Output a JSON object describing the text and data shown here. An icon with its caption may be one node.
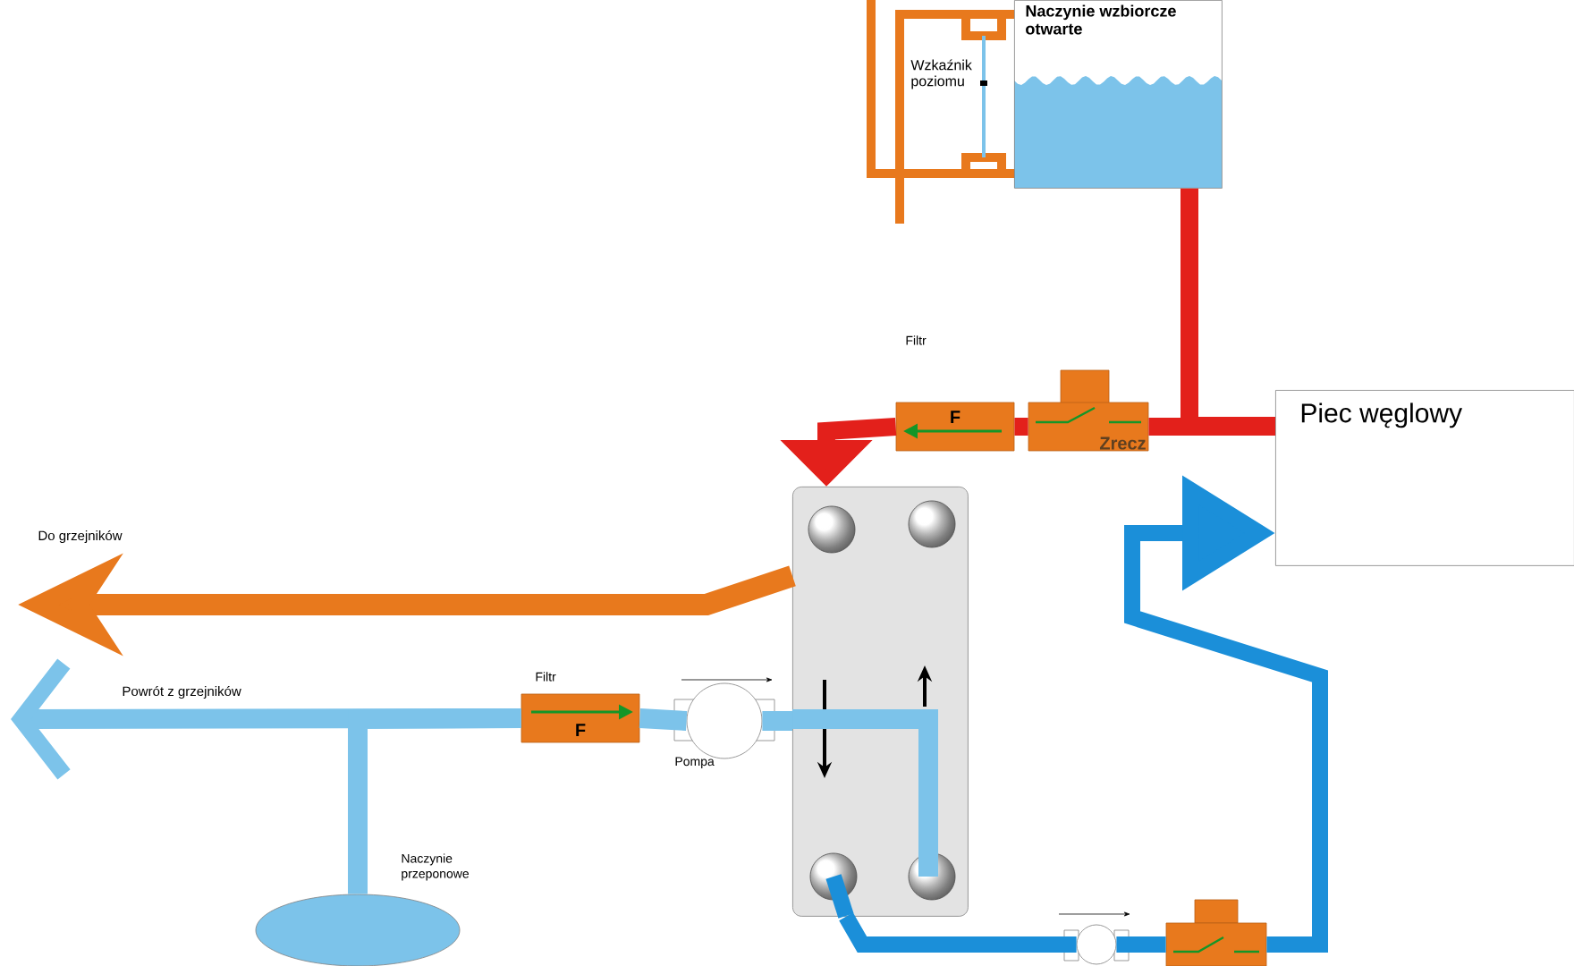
{
  "diagram": {
    "nodes": [
      {
        "text": [
          "Naczynie wzbiorcze otwarte"
        ]
      },
      {
        "text": [
          "Wzkaźnik poziomu"
        ]
      },
      {
        "text": [
          "Piec węglowy"
        ]
      },
      {
        "text": [],
        "shape": "box"
      },
      {
        "text": [
          "Filtr",
          "F"
        ]
      },
      {
        "text": [
          "Zrecz"
        ]
      },
      {
        "text": [
          "Filtr",
          "F"
        ]
      },
      {
        "text": [
          "Pompa"
        ]
      },
      {
        "text": [
          "Naczynie przeponowe"
        ]
      },
      {
        "text": [],
        "shape": "circle"
      },
      {
        "text": [],
        "shape": "box"
      }
    ],
    "edges": [
      {
        "from": 2,
        "to": 5,
        "arrow": "none",
        "color": "#e3201b"
      },
      {
        "from": 5,
        "to": 4,
        "arrow": "none",
        "color": "#e3201b"
      },
      {
        "from": 4,
        "to": 3,
        "arrow": "to",
        "color": "#e3201b"
      },
      {
        "from": 0,
        "to": 2,
        "arrow": "none",
        "color": "#e3201b"
      },
      {
        "from": 3,
        "to": null,
        "arrow": "to",
        "label": "Do grzejników",
        "color": "#e8791d"
      },
      {
        "from": 6,
        "to": null,
        "arrow": "to",
        "label": "Powrót z grzejników",
        "color": "#7cc3ea"
      },
      {
        "from": 8,
        "to": 6,
        "arrow": "none",
        "color": "#7cc3ea"
      },
      {
        "from": 6,
        "to": 7,
        "arrow": "none",
        "color": "#7cc3ea"
      },
      {
        "from": 7,
        "to": 3,
        "arrow": "none",
        "color": "#7cc3ea"
      },
      {
        "from": 3,
        "to": 9,
        "arrow": "none",
        "color": "#1b8fd9"
      },
      {
        "from": 9,
        "to": 10,
        "arrow": "none",
        "color": "#1b8fd9"
      },
      {
        "from": 10,
        "to": 2,
        "arrow": "to",
        "color": "#1b8fd9"
      }
    ]
  }
}
